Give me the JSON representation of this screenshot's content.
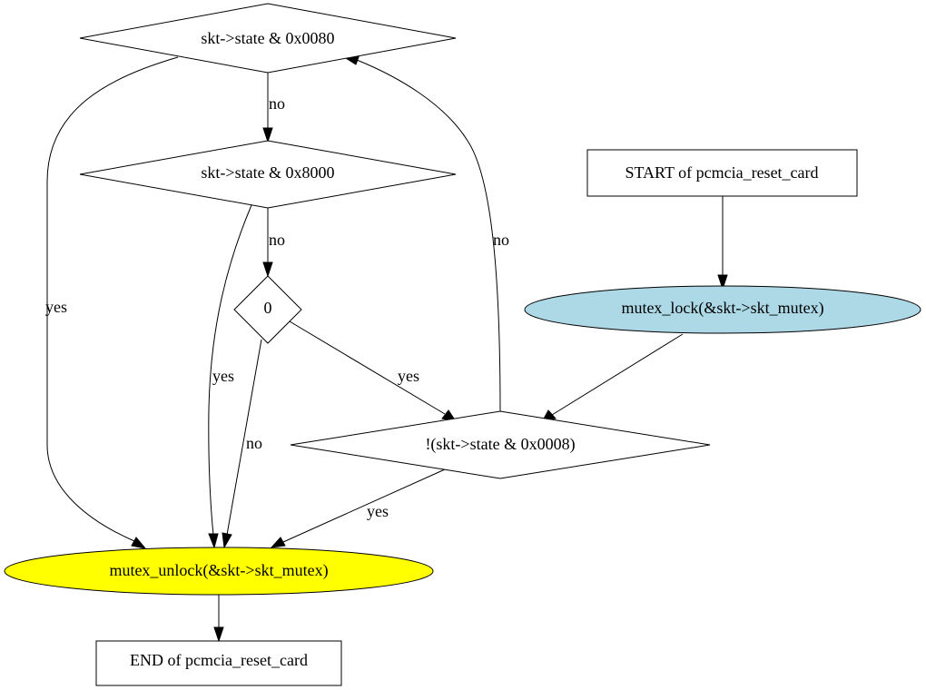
{
  "colors": {
    "default_fill": "#ffffff",
    "mutex_lock_fill": "#add8e6",
    "mutex_unlock_fill": "#ffff00",
    "stroke": "#000000"
  },
  "nodes": {
    "start": {
      "label": "START of pcmcia_reset_card",
      "shape": "box"
    },
    "mutex_lock": {
      "label": "mutex_lock(&skt->skt_mutex)",
      "shape": "ellipse"
    },
    "cond_0008": {
      "label": "!(skt->state & 0x0008)",
      "shape": "diamond"
    },
    "cond_0080": {
      "label": "skt->state & 0x0080",
      "shape": "diamond"
    },
    "cond_8000": {
      "label": "skt->state & 0x8000",
      "shape": "diamond"
    },
    "cond_zero": {
      "label": "0",
      "shape": "diamond"
    },
    "mutex_unlock": {
      "label": "mutex_unlock(&skt->skt_mutex)",
      "shape": "ellipse"
    },
    "end": {
      "label": "END of pcmcia_reset_card",
      "shape": "box"
    }
  },
  "edges": [
    {
      "id": "e1",
      "from": "start",
      "to": "mutex_lock",
      "label": ""
    },
    {
      "id": "e2",
      "from": "mutex_lock",
      "to": "cond_0008",
      "label": ""
    },
    {
      "id": "e3",
      "from": "cond_0008",
      "to": "cond_0080",
      "label": "no"
    },
    {
      "id": "e4",
      "from": "cond_0008",
      "to": "mutex_unlock",
      "label": "yes"
    },
    {
      "id": "e5",
      "from": "cond_0080",
      "to": "cond_8000",
      "label": "no"
    },
    {
      "id": "e6",
      "from": "cond_0080",
      "to": "mutex_unlock",
      "label": "yes"
    },
    {
      "id": "e7",
      "from": "cond_8000",
      "to": "cond_zero",
      "label": "no"
    },
    {
      "id": "e8",
      "from": "cond_8000",
      "to": "mutex_unlock",
      "label": "yes"
    },
    {
      "id": "e9",
      "from": "cond_zero",
      "to": "cond_0008",
      "label": "yes"
    },
    {
      "id": "e10",
      "from": "cond_zero",
      "to": "mutex_unlock",
      "label": "no"
    },
    {
      "id": "e11",
      "from": "mutex_unlock",
      "to": "end",
      "label": ""
    }
  ]
}
